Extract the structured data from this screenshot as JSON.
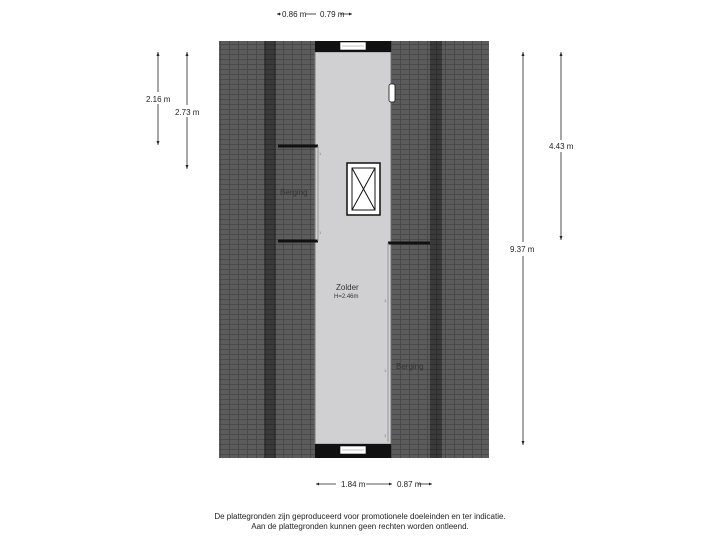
{
  "colors": {
    "roof": "#5a5a5a",
    "roof_dark": "#333333",
    "roof_line": "#4a4a4a",
    "floor": "#d0d0d2",
    "wall": "#111111",
    "window": "#ffffff",
    "dimension": "#222222"
  },
  "rooms": {
    "attic": {
      "label": "Zolder",
      "height": "H=2.46m"
    },
    "storage_left": {
      "label": "Berging"
    },
    "storage_right": {
      "label": "Berging"
    }
  },
  "dimensions": {
    "top_left_width": "0.86 m",
    "top_right_width": "0.79 m",
    "left_outer_height": "2.16 m",
    "left_inner_height": "2.73 m",
    "right_upper_height": "4.43 m",
    "right_total_height": "9.37 m",
    "bottom_width": "1.84 m",
    "bottom_right_width": "0.87 m"
  },
  "icons": {
    "skylight": "skylight-icon",
    "hatch": "attic-hatch-icon"
  },
  "disclaimer": {
    "line1": "De plattegronden zijn geproduceerd voor promotionele doeleinden en ter indicatie.",
    "line2": "Aan de plattegronden kunnen geen rechten worden ontleend."
  }
}
